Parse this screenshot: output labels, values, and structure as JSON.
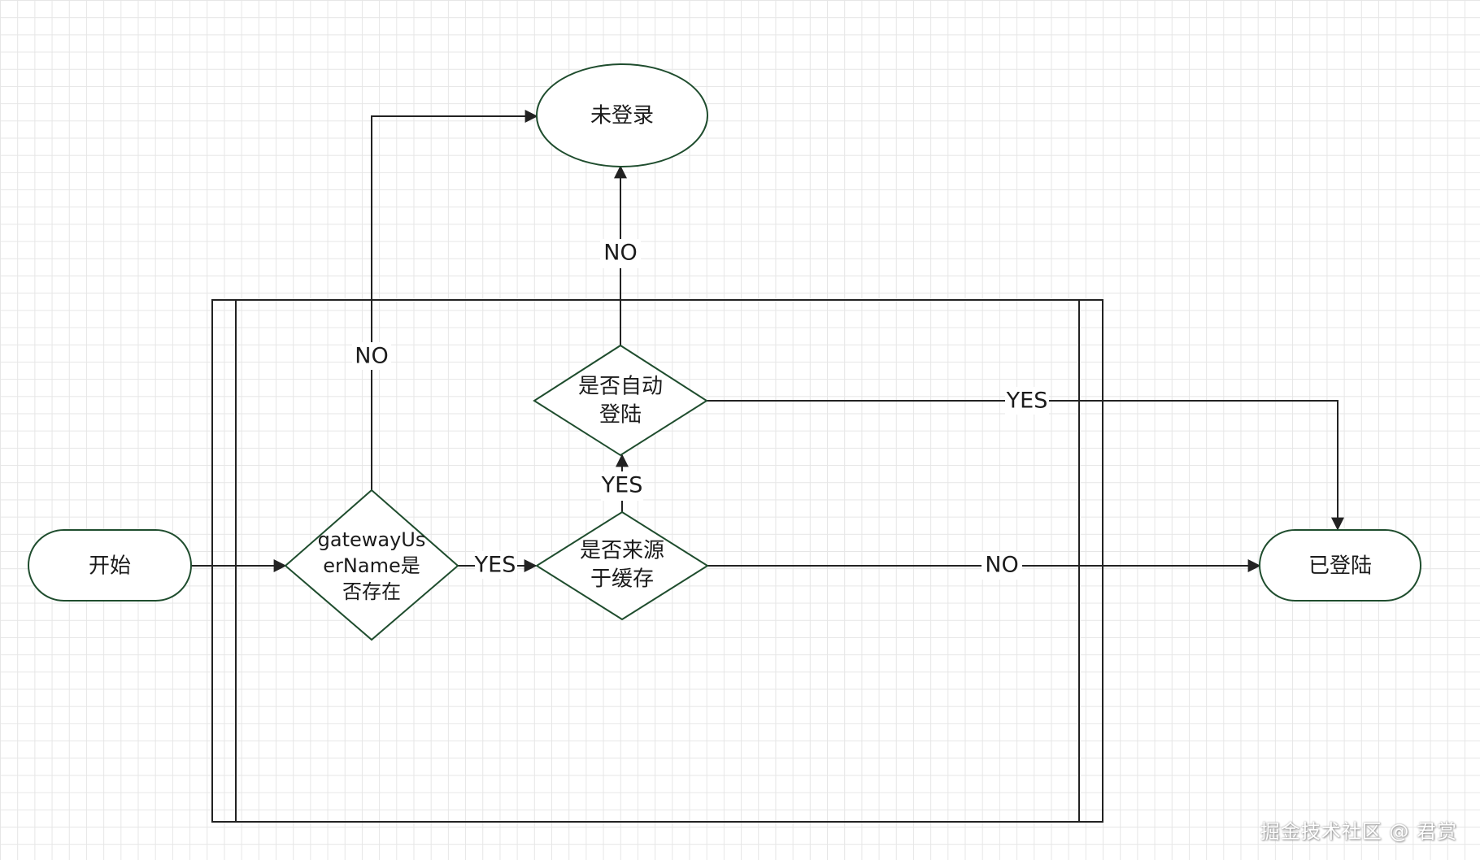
{
  "nodes": {
    "start": "开始",
    "not_logged_in": "未登录",
    "logged_in": "已登陆",
    "check_username": [
      "gatewayUs",
      "erName是",
      "否存在"
    ],
    "check_auto_login": [
      "是否自动",
      "登陆"
    ],
    "check_cache": [
      "是否来源",
      "于缓存"
    ]
  },
  "edge_labels": {
    "username_no": "NO",
    "username_yes": "YES",
    "auto_login_no": "NO",
    "auto_login_yes": "YES",
    "cache_yes": "YES",
    "cache_no": "NO"
  },
  "watermark": "掘金技术社区 @ 君赏",
  "colors": {
    "shape_stroke": "#1f4d2e",
    "edge_stroke": "#222222",
    "grid": "#e6e6e6"
  }
}
